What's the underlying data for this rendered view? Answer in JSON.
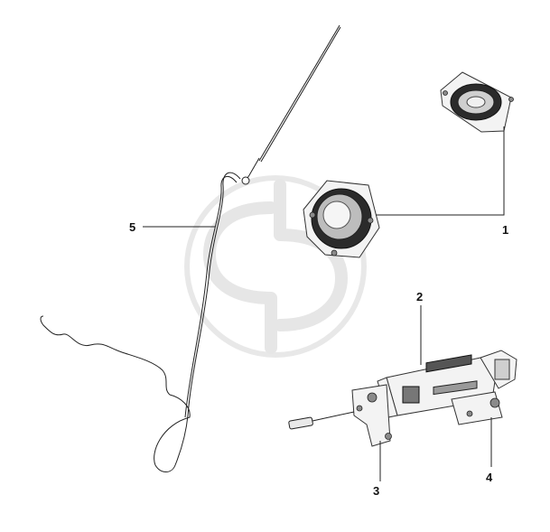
{
  "diagram": {
    "callouts": [
      {
        "id": "1",
        "label": "1"
      },
      {
        "id": "2",
        "label": "2"
      },
      {
        "id": "3",
        "label": "3"
      },
      {
        "id": "4",
        "label": "4"
      },
      {
        "id": "5",
        "label": "5"
      }
    ],
    "parts": [
      "speaker",
      "radio-head-unit",
      "mounting-bracket-left",
      "mounting-bracket-right",
      "antenna-cable"
    ],
    "watermark_icon": "brand-logo-watermark",
    "colors": {
      "line": "#222222",
      "watermark": "#e6e6e6"
    }
  }
}
